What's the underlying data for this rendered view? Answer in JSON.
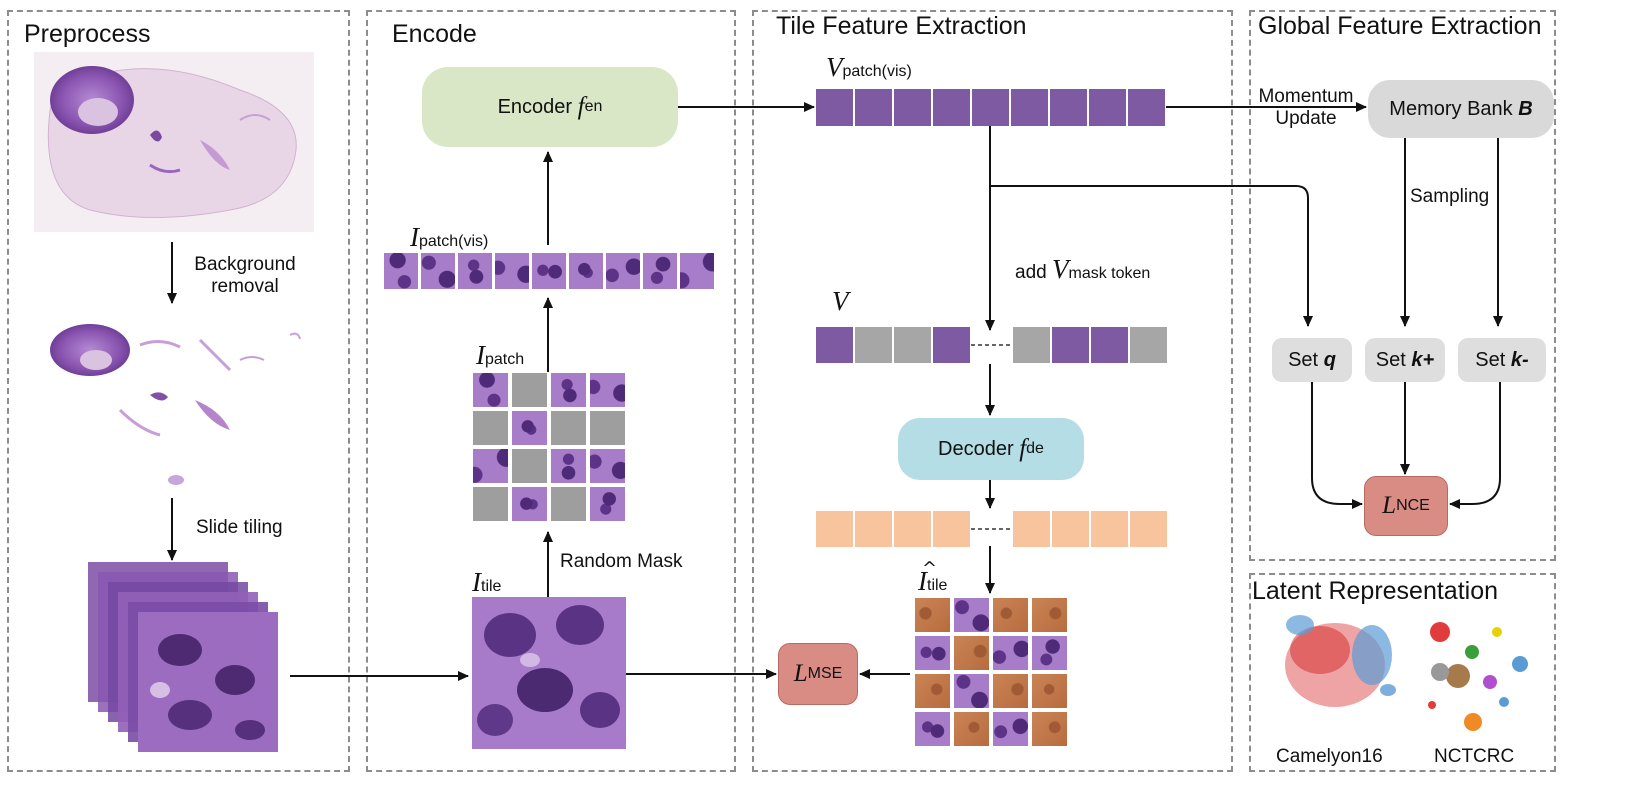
{
  "sections": {
    "preprocess": "Preprocess",
    "encode": "Encode",
    "tile_feature_extraction": "Tile Feature Extraction",
    "global_feature_extraction": "Global Feature Extraction",
    "latent_representation": "Latent Representation"
  },
  "preprocess": {
    "step1": [
      "Background",
      "removal"
    ],
    "step2": "Slide tiling"
  },
  "encode": {
    "encoder_label": "Encoder",
    "encoder_symbol": "f",
    "encoder_sub": "en",
    "i_patch_vis_sym": "I",
    "i_patch_vis_sub": "patch(vis)",
    "i_patch_sym": "I",
    "i_patch_sub": "patch",
    "i_tile_sym": "I",
    "i_tile_sub": "tile",
    "random_mask": "Random Mask"
  },
  "tile": {
    "v_patch_vis_sym": "V",
    "v_patch_vis_sub": "patch(vis)",
    "add_prefix": "add",
    "v_mask_sym": "V",
    "v_mask_sub": "mask token",
    "v_sym": "V",
    "decoder_label": "Decoder",
    "decoder_symbol": "f",
    "decoder_sub": "de",
    "i_tile_hat_sym": "I",
    "i_tile_hat_sub": "tile",
    "mse_sym": "L",
    "mse_sub": "MSE"
  },
  "global": {
    "momentum": [
      "Momentum",
      "Update"
    ],
    "memory_bank": "Memory Bank",
    "memory_bank_sym": "B",
    "sampling": "Sampling",
    "set_q_prefix": "Set",
    "set_q_sym": "q",
    "set_kp_prefix": "Set",
    "set_kp_sym": "k+",
    "set_km_prefix": "Set",
    "set_km_sym": "k-",
    "nce_sym": "L",
    "nce_sub": "NCE"
  },
  "latent": {
    "plot1": "Camelyon16",
    "plot2": "NCTCRC"
  },
  "colors": {
    "encoder": "#d9e7c6",
    "decoder": "#b4dde6",
    "memory": "#d9d9d9",
    "set": "#dedede",
    "loss": "#d98c84",
    "token_purple": "#7e5aa2",
    "token_gray": "#a6a6a6",
    "token_orange": "#f7c49d",
    "tissue": "#8a55b0",
    "mask_gray": "#9e9e9e"
  },
  "v_mask_pattern": [
    1,
    0,
    0,
    1,
    0,
    1,
    1,
    0
  ],
  "patch_grid_mask": [
    0,
    1,
    0,
    0,
    1,
    0,
    1,
    1,
    0,
    1,
    0,
    0,
    1,
    0,
    1,
    0
  ],
  "recon_grid_fill": [
    0,
    1,
    0,
    0,
    1,
    0,
    1,
    1,
    0,
    1,
    0,
    0,
    1,
    0,
    1,
    0
  ]
}
